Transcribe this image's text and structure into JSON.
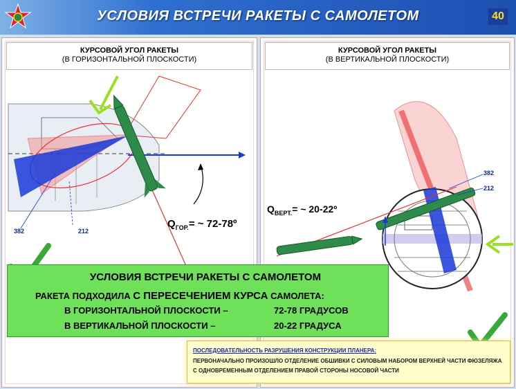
{
  "header": {
    "title": "УСЛОВИЯ ВСТРЕЧИ РАКЕТЫ С САМОЛЕТОМ",
    "page_number": "40"
  },
  "left_panel": {
    "heading_line1": "КУРСОВОЙ УГОЛ РАКЕТЫ",
    "heading_line2": "(В ГОРИЗОНТАЛЬНОЙ ПЛОСКОСТИ)",
    "angle_symbol": "Q",
    "angle_subscript": "ГОР.",
    "angle_value": "= ~ 72-78º",
    "frame_label_1": "382",
    "frame_label_2": "212"
  },
  "right_panel": {
    "heading_line1": "КУРСОВОЙ УГОЛ РАКЕТЫ",
    "heading_line2": "(В ВЕРТИКАЛЬНОЙ ПЛОСКОСТИ)",
    "angle_symbol": "Q",
    "angle_subscript": "ВЕРТ.",
    "angle_value": "= ~ 20-22º",
    "frame_label_1": "382",
    "frame_label_2": "212"
  },
  "summary": {
    "title": "УСЛОВИЯ ВСТРЕЧИ РАКЕТЫ С САМОЛЕТОМ",
    "line1_a": "РАКЕТА ПОДХОДИЛА ",
    "line1_b": "С ПЕРЕСЕЧЕНИЕМ КУРСА",
    "line1_c": " САМОЛЕТА:",
    "line2_label": "В ГОРИЗОНТАЛЬНОЙ ПЛОСКОСТИ –",
    "line2_value": "72-78 ГРАДУСОВ",
    "line3_label": "В ВЕРТИКАЛЬНОЙ ПЛОСКОСТИ –",
    "line3_value": "20-22 ГРАДУСА"
  },
  "info": {
    "heading": "ПОСЛЕДОВАТЕЛЬНОСТЬ РАЗРУШЕНИЯ КОНСТРУКЦИИ ПЛАНЕРА:",
    "text": "ПЕРВОНАЧАЛЬНО ПРОИЗОШЛО ОТДЕЛЕНИЕ ОБШИВКИ С СИЛОВЫМ НАБОРОМ ВЕРХНЕЙ ЧАСТИ ФЮЗЕЛЯЖА С ОДНОВРЕМЕННЫМ ОТДЕЛЕНИЕМ ПРАВОЙ СТОРОНЫ НОСОВОЙ ЧАСТИ"
  },
  "colors": {
    "header_blue": "#1d4fb0",
    "summary_green": "#6ee05a",
    "missile_green": "#2e8b4a",
    "fragment_blue": "#1a3ad8",
    "fragment_red": "#e83030",
    "arrow_lime": "#9adf20",
    "info_yellow": "#ffffcc"
  },
  "icons": [
    "emblem-icon",
    "check-mark-icon",
    "lime-arrow-icon"
  ]
}
